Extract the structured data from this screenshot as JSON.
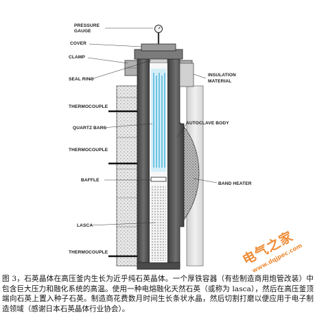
{
  "labels": {
    "pressure_gauge_1": "PRESSURE",
    "pressure_gauge_2": "GAUGE",
    "cover": "COVER",
    "clamp": "CLAMP",
    "seal_ring": "SEAL RING",
    "insulation_1": "INSULATION",
    "insulation_2": "MATERIAL",
    "thermocouple_top": "THERMOCOUPLE",
    "quartz_bars": "QUARTZ BARS",
    "autoclave_body": "AUTOCLAVE BODY",
    "thermocouple_mid": "THERMOCOUPLE",
    "band_heater": "BAND HEATER",
    "baffle": "BAFFLE",
    "lasca": "LASCA",
    "thermocouple_bottom": "THERMOCOUPLE"
  },
  "caption": "图 3，石英晶体在高压釜内生长为近乎纯石英晶体。一个厚铁容器（有些制造商用炮管改装）中包含巨大压力和融化系统的高温。使用一种电熔融化天然石英（或称为 lasca），然后在高压釜顶端向石英上置入种子石英。制造商花费数月时间生长条状水晶，然后切割打磨以便应用于电子制造领域（感谢日本石英晶体行业协会）。",
  "watermark": {
    "name": "电气之家",
    "url": "www.dqjpec.com"
  },
  "colors": {
    "quartz": "#7fd0ea",
    "body_dark": "#4a4a4a",
    "body_mid": "#8a8a8a",
    "insulation": "#d8d8d8",
    "watermark": "#eb7814"
  },
  "icons": [
    "pressure-gauge-icon"
  ]
}
